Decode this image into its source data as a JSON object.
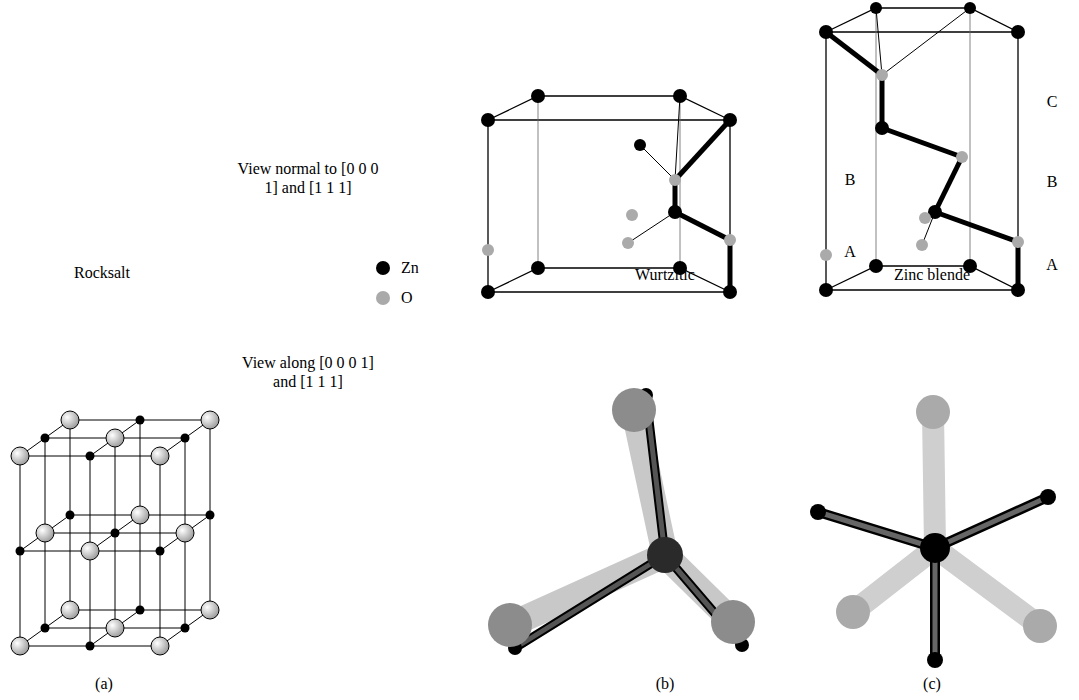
{
  "diagram": {
    "labels": [
      "C",
      "B",
      "View normal to [0 0 0 1] and [1 1 1]",
      "B",
      "A",
      "A",
      "Rocksalt",
      "Wurtzitic",
      "Zinc blende",
      "View along [0 0 0 1] and [1 1 1]",
      "(a)",
      "(b)",
      "(c)"
    ],
    "legend": [
      {
        "text": "Zn",
        "color": "#000000"
      },
      {
        "text": "O",
        "color": "#aaaaaa"
      }
    ]
  }
}
